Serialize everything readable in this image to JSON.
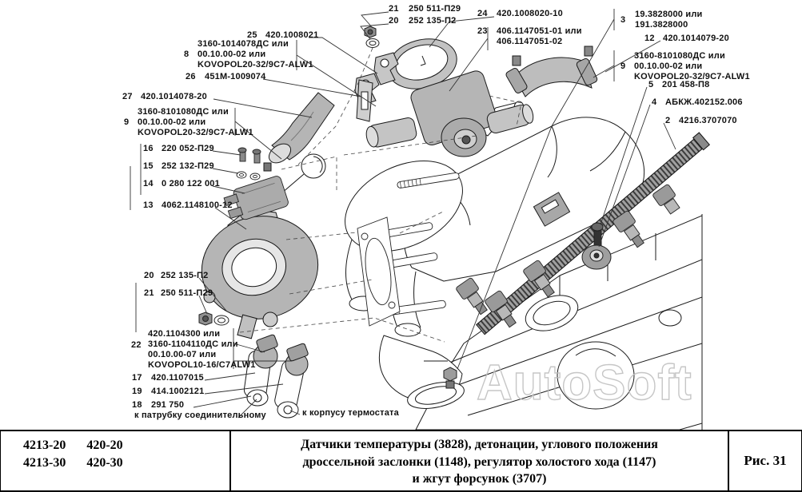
{
  "figure": {
    "watermark": "AutoSoft",
    "models": [
      [
        "4213-20",
        "420-20"
      ],
      [
        "4213-30",
        "420-30"
      ]
    ],
    "caption_lines": [
      "Датчики температуры (3828), детонации, углового положения",
      "дроссельной заслонки (1148), регулятор холостого хода (1147)",
      "и жгут форсунок (3707)"
    ],
    "figure_ref": "Рис. 31"
  },
  "callouts": [
    {
      "id": "n21-top",
      "num": "21",
      "lines": [
        "250 511-П29"
      ]
    },
    {
      "id": "n20-top",
      "num": "20",
      "lines": [
        "252 135-П2"
      ]
    },
    {
      "id": "n24",
      "num": "24",
      "lines": [
        "420.1008020-10"
      ]
    },
    {
      "id": "n23",
      "num": "23",
      "lines": [
        "406.1147051-01 или",
        "406.1147051-02"
      ]
    },
    {
      "id": "n25",
      "num": "25",
      "lines": [
        "420.1008021"
      ]
    },
    {
      "id": "n8",
      "num": "8",
      "lines": [
        "3160-1014078ДС или",
        "00.10.00-02 или",
        "KOVOPOL20-32/9C7-ALW1"
      ]
    },
    {
      "id": "n26",
      "num": "26",
      "lines": [
        "451М-1009074"
      ]
    },
    {
      "id": "n27",
      "num": "27",
      "lines": [
        "420.1014078-20"
      ]
    },
    {
      "id": "n9-left",
      "num": "9",
      "lines": [
        "3160-8101080ДС или",
        "00.10.00-02 или",
        "KOVOPOL20-32/9C7-ALW1"
      ]
    },
    {
      "id": "n16",
      "num": "16",
      "lines": [
        "220 052-П29"
      ]
    },
    {
      "id": "n15",
      "num": "15",
      "lines": [
        "252 132-П29"
      ]
    },
    {
      "id": "n14",
      "num": "14",
      "lines": [
        "0 280 122 001"
      ]
    },
    {
      "id": "n13",
      "num": "13",
      "lines": [
        "4062.1148100-12"
      ]
    },
    {
      "id": "n20-bot",
      "num": "20",
      "lines": [
        "252 135-П2"
      ]
    },
    {
      "id": "n21-bot",
      "num": "21",
      "lines": [
        "250 511-П29"
      ]
    },
    {
      "id": "n22",
      "num": "22",
      "lines": [
        "420.1104300 или",
        "3160-1104110ДС или",
        "00.10.00-07 или",
        "KOVOPOL10-16/C7ALW1"
      ]
    },
    {
      "id": "n17",
      "num": "17",
      "lines": [
        "420.1107015"
      ]
    },
    {
      "id": "n19",
      "num": "19",
      "lines": [
        "414.1002121"
      ]
    },
    {
      "id": "n18",
      "num": "18",
      "lines": [
        "291 750"
      ]
    },
    {
      "id": "note-pipe",
      "num": "",
      "lines": [
        "к патрубку соединительному"
      ]
    },
    {
      "id": "note-thermo",
      "num": "",
      "lines": [
        "к корпусу термостата"
      ]
    },
    {
      "id": "n3",
      "num": "3",
      "lines": [
        "19.3828000 или",
        "191.3828000"
      ]
    },
    {
      "id": "n12",
      "num": "12",
      "lines": [
        "420.1014079-20"
      ]
    },
    {
      "id": "n9-right",
      "num": "9",
      "lines": [
        "3160-8101080ДС или",
        "00.10.00-02 или",
        "KOVOPOL20-32/9C7-ALW1"
      ]
    },
    {
      "id": "n5",
      "num": "5",
      "lines": [
        "201 458-П8"
      ]
    },
    {
      "id": "n4",
      "num": "4",
      "lines": [
        "АБКЖ.402152.006"
      ]
    },
    {
      "id": "n2",
      "num": "2",
      "lines": [
        "4216.3707070"
      ]
    }
  ]
}
